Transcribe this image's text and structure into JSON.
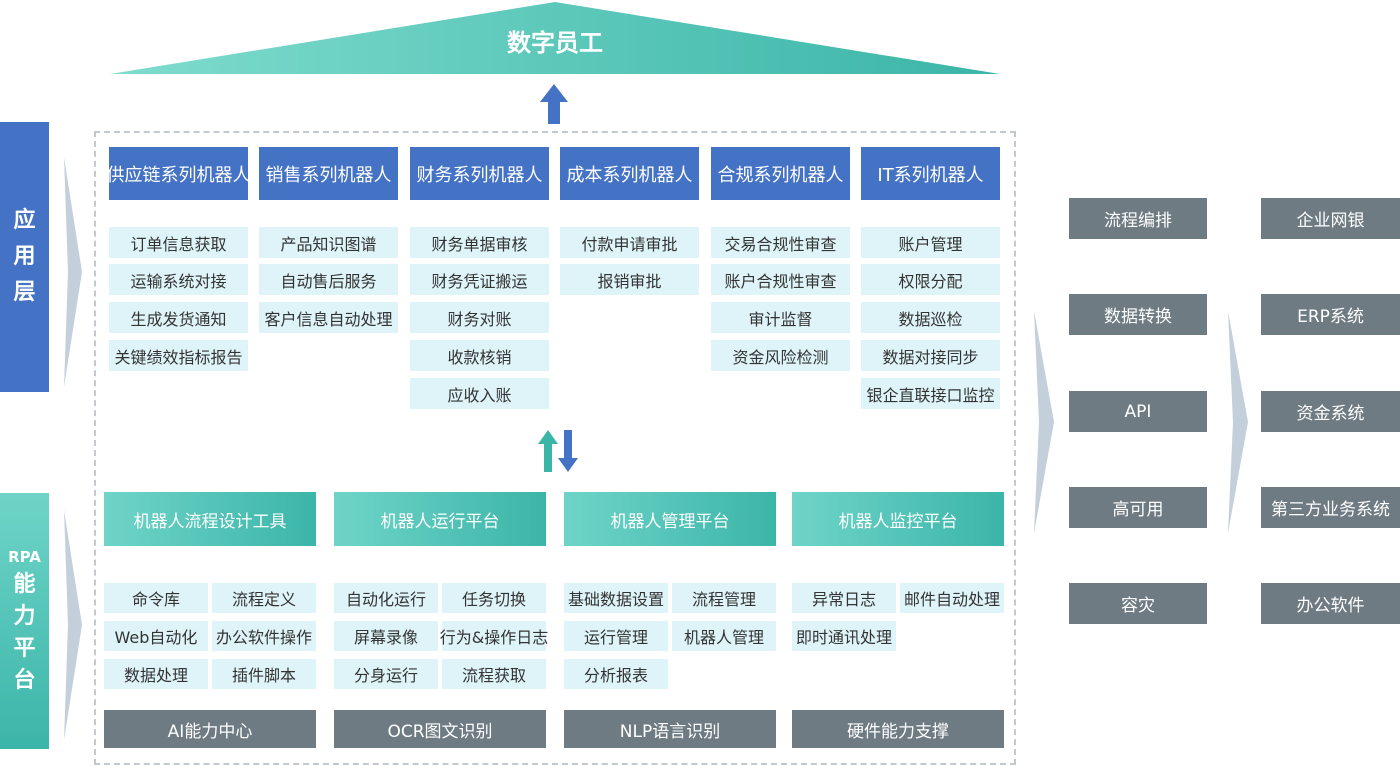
{
  "top": {
    "title": "数字员工"
  },
  "left": {
    "app_layer": [
      "应",
      "用",
      "层"
    ],
    "rpa_prefix": "RPA",
    "rpa_chars": [
      "能",
      "力",
      "平",
      "台"
    ]
  },
  "robot_headers": [
    "供应链系列机器人",
    "销售系列机器人",
    "财务系列机器人",
    "成本系列机器人",
    "合规系列机器人",
    "IT系列机器人"
  ],
  "robot_items": [
    [
      "订单信息获取",
      "运输系统对接",
      "生成发货通知",
      "关键绩效指标报告"
    ],
    [
      "产品知识图谱",
      "自动售后服务",
      "客户信息自动处理"
    ],
    [
      "财务单据审核",
      "财务凭证搬运",
      "财务对账",
      "收款核销",
      "应收入账"
    ],
    [
      "付款申请审批",
      "报销审批"
    ],
    [
      "交易合规性审查",
      "账户合规性审查",
      "审计监督",
      "资金风险检测"
    ],
    [
      "账户管理",
      "权限分配",
      "数据巡检",
      "数据对接同步",
      "银企直联接口监控"
    ]
  ],
  "platform_headers": [
    "机器人流程设计工具",
    "机器人运行平台",
    "机器人管理平台",
    "机器人监控平台"
  ],
  "platform_items": [
    [
      "命令库",
      "流程定义",
      "Web自动化",
      "办公软件操作",
      "数据处理",
      "插件脚本"
    ],
    [
      "自动化运行",
      "任务切换",
      "屏幕录像",
      "行为&操作日志",
      "分身运行",
      "流程获取"
    ],
    [
      "基础数据设置",
      "流程管理",
      "运行管理",
      "机器人管理",
      "分析报表"
    ],
    [
      "异常日志",
      "邮件自动处理",
      "即时通讯处理"
    ]
  ],
  "platform_footers": [
    "AI能力中心",
    "OCR图文识别",
    "NLP语言识别",
    "硬件能力支撑"
  ],
  "right_col1": [
    "流程编排",
    "数据转换",
    "API",
    "高可用",
    "容灾"
  ],
  "right_col2": [
    "企业网银",
    "ERP系统",
    "资金系统",
    "第三方业务系统",
    "办公软件"
  ],
  "colors": {
    "blue": "#4472c4",
    "light": "#dff4f9",
    "teal": "#3bb5a8",
    "gray": "#6e7b83",
    "dashed": "#bfc5c9",
    "arrow_gray": "#c3cfda"
  }
}
